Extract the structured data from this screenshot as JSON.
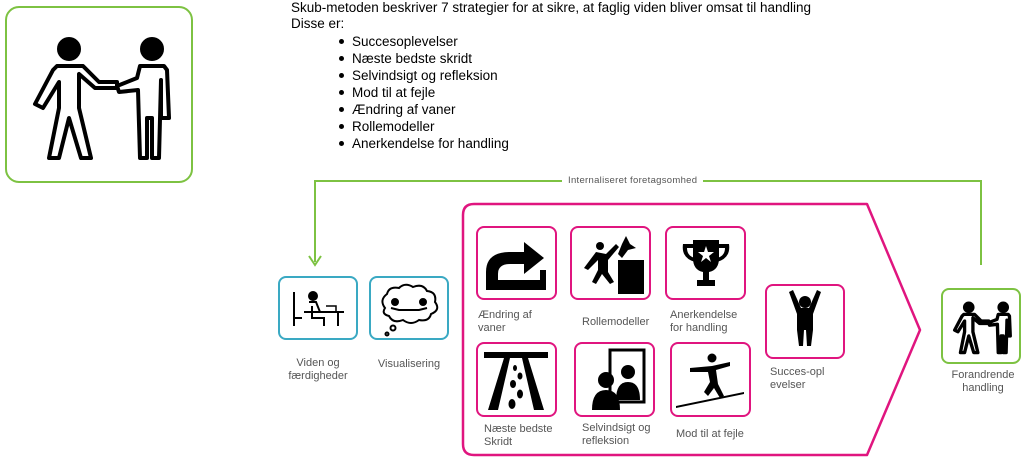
{
  "intro": {
    "line1": "Skub-metoden beskriver 7 strategier for at sikre, at faglig viden bliver omsat til handling",
    "line2": "Disse er:",
    "strategies": [
      "Succesoplevelser",
      "Næste bedste skridt",
      "Selvindsigt og refleksion",
      "Mod til at fejle",
      "Ændring af vaner",
      "Rollemodeller",
      "Anerkendelse for handling"
    ]
  },
  "diagram": {
    "loop_label": "Internaliseret foretagsomhed",
    "viden": "Viden og færdigheder",
    "visualisering": "Visualisering",
    "aendring": "Ændring af vaner",
    "rollemodeller": "Rollemodeller",
    "anerkendelse": "Anerkendelse for handling",
    "succes": "Succes-oplevelser",
    "naeste": "Næste bedste Skridt",
    "selvindsigt": "Selvindsigt og refleksion",
    "mod": "Mod til at fejle",
    "forandrende": "Forandrende handling"
  },
  "colors": {
    "green": "#7dc242",
    "magenta": "#e0157f",
    "teal": "#3aa9c3",
    "label_gray": "#555555"
  },
  "icons": [
    "handshake-icon",
    "study-desk-icon",
    "dream-cloud-icon",
    "curved-arrow-icon",
    "climbing-icon",
    "trophy-icon",
    "cheering-person-icon",
    "footsteps-road-icon",
    "mirror-reflection-icon",
    "tightrope-icon"
  ]
}
